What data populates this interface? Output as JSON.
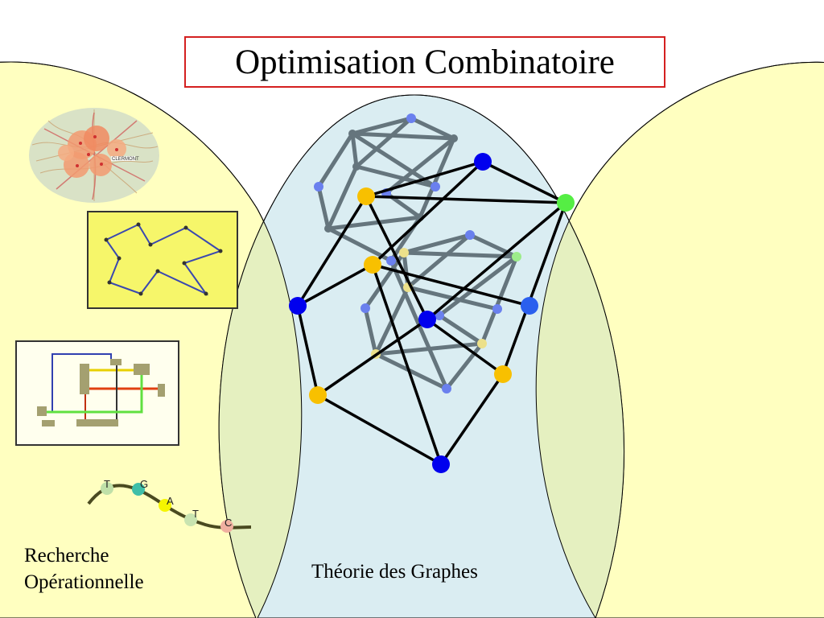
{
  "title": "Optimisation Combinatoire",
  "labels": {
    "recherche_line1": "Recherche",
    "recherche_line2": "Opérationnelle",
    "graphes": "Théorie des Graphes"
  },
  "map_text": "CLERMONT",
  "dna": {
    "letters": [
      "T",
      "G",
      "A",
      "T",
      "C"
    ],
    "colors": [
      "#bfe0a8",
      "#3fbfa8",
      "#f5f500",
      "#c9e4b0",
      "#f0b0a0"
    ]
  },
  "colors": {
    "left_region": "#ffffc0",
    "center_region": "#daedf2",
    "overlap": "#e5f0c0",
    "title_border": "#d42020",
    "graph_edge": "#000000",
    "node_blue": "#0000ee",
    "node_yellow": "#f8c000",
    "node_green": "#55ee44"
  },
  "icons": [
    "map-thumbnail",
    "tour-polygon-icon",
    "circuit-routing-icon",
    "dna-strand-icon"
  ]
}
